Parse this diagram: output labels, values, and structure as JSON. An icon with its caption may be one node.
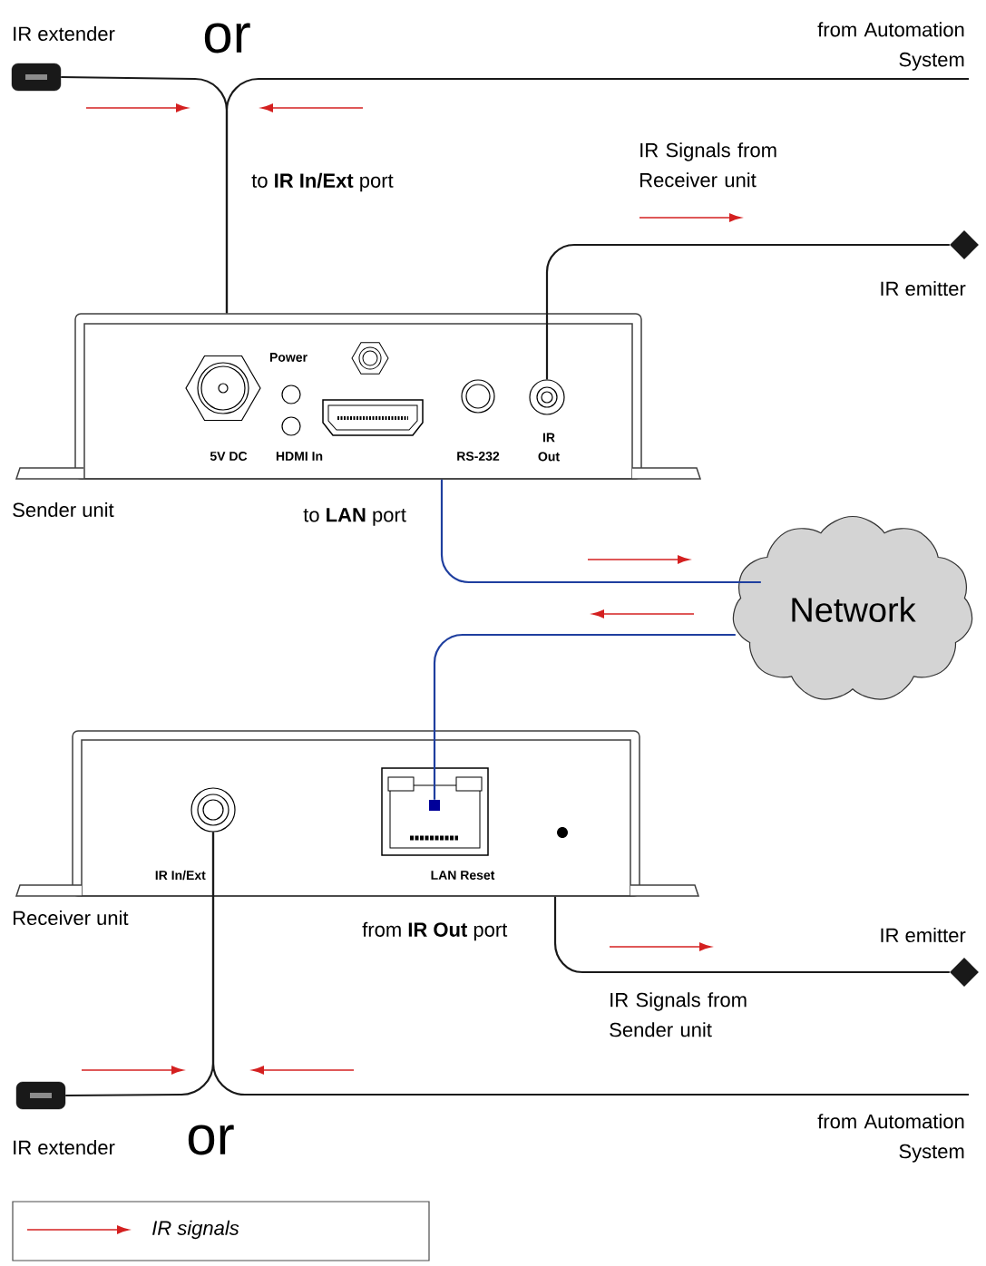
{
  "diagram": {
    "nodes": [
      {
        "text": [],
        "shape": "box",
        "beside": [
          "IR extender"
        ]
      },
      {
        "text": [
          "from Automation System"
        ]
      },
      {
        "text": [],
        "shape": "box",
        "beside": [
          "Sender unit"
        ]
      },
      {
        "text": [],
        "shape": "circle",
        "in": 2
      },
      {
        "text": [],
        "shape": "diamond",
        "beside": [
          "IR emitter"
        ]
      },
      {
        "text": [
          "Network"
        ]
      },
      {
        "text": [],
        "shape": "box",
        "beside": [
          "Receiver unit"
        ]
      },
      {
        "text": [],
        "shape": "box",
        "in": 6
      },
      {
        "text": [],
        "shape": "circle",
        "in": 6
      },
      {
        "text": [],
        "shape": "diamond",
        "beside": [
          "IR emitter"
        ]
      },
      {
        "text": [],
        "shape": "box",
        "beside": [
          "IR extender"
        ]
      },
      {
        "text": [
          "from Automation System"
        ]
      }
    ],
    "edges": [
      {
        "from": 0,
        "to": 2,
        "arrow": "none"
      },
      {
        "from": 1,
        "to": 2,
        "arrow": "none"
      },
      {
        "from": 3,
        "to": 4,
        "arrow": "none"
      },
      {
        "from": 2,
        "to": 5,
        "arrow": "none",
        "color": "#1f3f9f"
      },
      {
        "from": 5,
        "to": 7,
        "arrow": "none",
        "color": "#1f3f9f"
      },
      {
        "from": 6,
        "to": 9,
        "arrow": "none"
      },
      {
        "from": 10,
        "to": 8,
        "arrow": "none"
      },
      {
        "from": 11,
        "to": 8,
        "arrow": "none"
      }
    ],
    "labels": [
      "or",
      "to **IR In/Ext** port",
      "IR Signals from Receiver unit",
      "Power",
      "5V DC",
      "HDMI In",
      "RS-232",
      "IR Out",
      "to **LAN** port",
      "IR In/Ext",
      "LAN Reset",
      "from **IR Out** port",
      "IR Signals from Sender unit",
      "or"
    ],
    "legend": [
      {
        "text": "IR signals"
      }
    ]
  }
}
